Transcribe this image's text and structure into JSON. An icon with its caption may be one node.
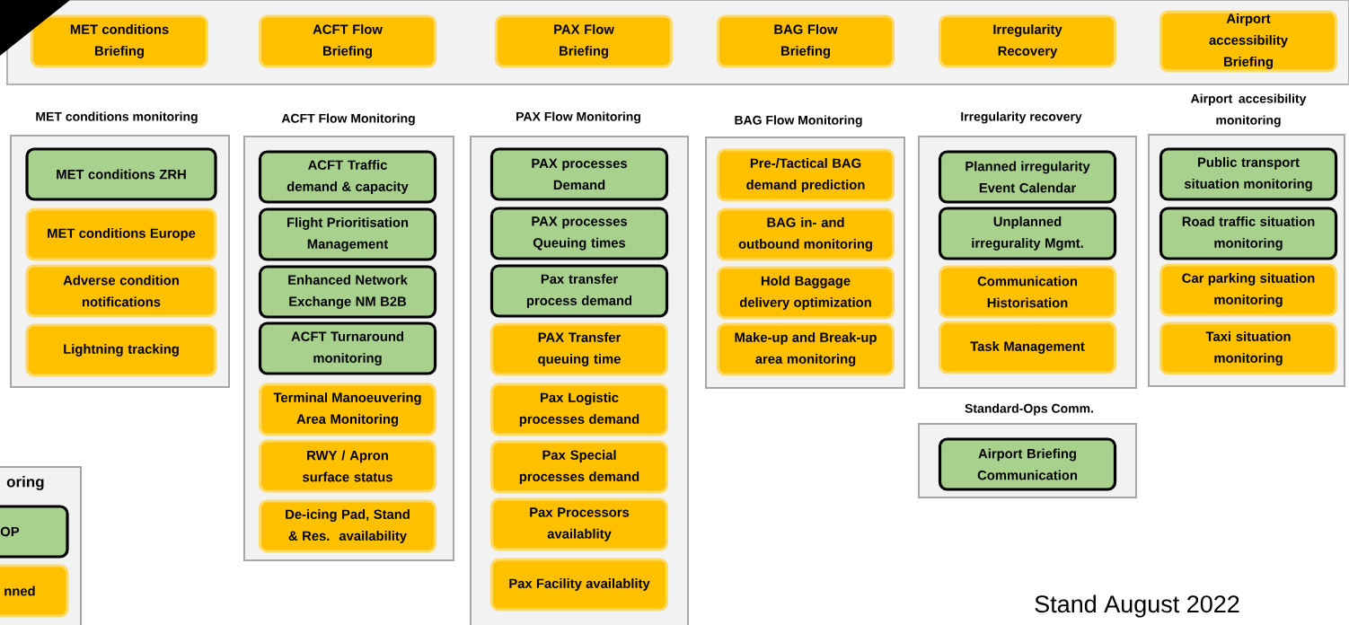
{
  "diagram": {
    "nodes": [
      {
        "text": [],
        "shape": "box"
      },
      {
        "text": [
          "MET conditions Briefing"
        ],
        "in": 0
      },
      {
        "text": [
          "ACFT Flow Briefing"
        ],
        "in": 0
      },
      {
        "text": [
          "PAX Flow Briefing"
        ],
        "in": 0
      },
      {
        "text": [
          "BAG Flow Briefing"
        ],
        "in": 0
      },
      {
        "text": [
          "Irregularity Recovery"
        ],
        "in": 0
      },
      {
        "text": [
          "Airport accessibility Briefing"
        ],
        "in": 0
      },
      {
        "text": [
          "MET conditions monitoring"
        ]
      },
      {
        "text": [
          "MET conditions ZRH"
        ],
        "in": 7
      },
      {
        "text": [
          "MET conditions Europe"
        ],
        "in": 7
      },
      {
        "text": [
          "Adverse condition notifications"
        ],
        "in": 7
      },
      {
        "text": [
          "Lightning tracking"
        ],
        "in": 7
      },
      {
        "text": [
          "ACFT Flow Monitoring"
        ]
      },
      {
        "text": [
          "ACFT Traffic demand & capacity"
        ],
        "in": 12
      },
      {
        "text": [
          "Flight Prioritisation Management"
        ],
        "in": 12
      },
      {
        "text": [
          "Enhanced Network Exchange NM B2B"
        ],
        "in": 12
      },
      {
        "text": [
          "ACFT Turnaround monitoring"
        ],
        "in": 12
      },
      {
        "text": [
          "Terminal Manoeuvering Area Monitoring"
        ],
        "in": 12
      },
      {
        "text": [
          "RWY / Apron surface status"
        ],
        "in": 12
      },
      {
        "text": [
          "De-icing Pad, Stand & Res. availability"
        ],
        "in": 12
      },
      {
        "text": [
          "PAX Flow Monitoring"
        ]
      },
      {
        "text": [
          "PAX processes Demand"
        ],
        "in": 20
      },
      {
        "text": [
          "PAX processes Queuing times"
        ],
        "in": 20
      },
      {
        "text": [
          "Pax transfer process demand"
        ],
        "in": 20
      },
      {
        "text": [
          "PAX Transfer queuing time"
        ],
        "in": 20
      },
      {
        "text": [
          "Pax Logistic processes demand"
        ],
        "in": 20
      },
      {
        "text": [
          "Pax Special processes demand"
        ],
        "in": 20
      },
      {
        "text": [
          "Pax Processors availablity"
        ],
        "in": 20
      },
      {
        "text": [
          "Pax Facility availablity"
        ],
        "in": 20
      },
      {
        "text": [
          "BAG Flow Monitoring"
        ]
      },
      {
        "text": [
          "Pre-/Tactical BAG demand prediction"
        ],
        "in": 29
      },
      {
        "text": [
          "BAG in- and outbound monitoring"
        ],
        "in": 29
      },
      {
        "text": [
          "Hold Baggage delivery optimization"
        ],
        "in": 29
      },
      {
        "text": [
          "Make-up and Break-up area monitoring"
        ],
        "in": 29
      },
      {
        "text": [
          "Irregularity recovery"
        ]
      },
      {
        "text": [
          "Planned irregularity Event Calendar"
        ],
        "in": 34
      },
      {
        "text": [
          "Unplanned irregurality Mgmt."
        ],
        "in": 34
      },
      {
        "text": [
          "Communication Historisation"
        ],
        "in": 34
      },
      {
        "text": [
          "Task Management"
        ],
        "in": 34
      },
      {
        "text": [
          "Standard-Ops Comm."
        ]
      },
      {
        "text": [
          "Airport Briefing Communication"
        ],
        "in": 39
      },
      {
        "text": [
          "Airport accesibility monitoring"
        ]
      },
      {
        "text": [
          "Public transport situation monitoring"
        ],
        "in": 41
      },
      {
        "text": [
          "Road traffic situation monitoring"
        ],
        "in": 41
      },
      {
        "text": [
          "Car parking situation monitoring"
        ],
        "in": 41
      },
      {
        "text": [
          "Taxi situation monitoring"
        ],
        "in": 41
      },
      {
        "text": [
          "oring"
        ]
      },
      {
        "text": [
          "OP"
        ],
        "in": 46
      },
      {
        "text": [
          "nned"
        ],
        "in": 46
      }
    ],
    "labels": [
      "Stand August 2022"
    ]
  }
}
